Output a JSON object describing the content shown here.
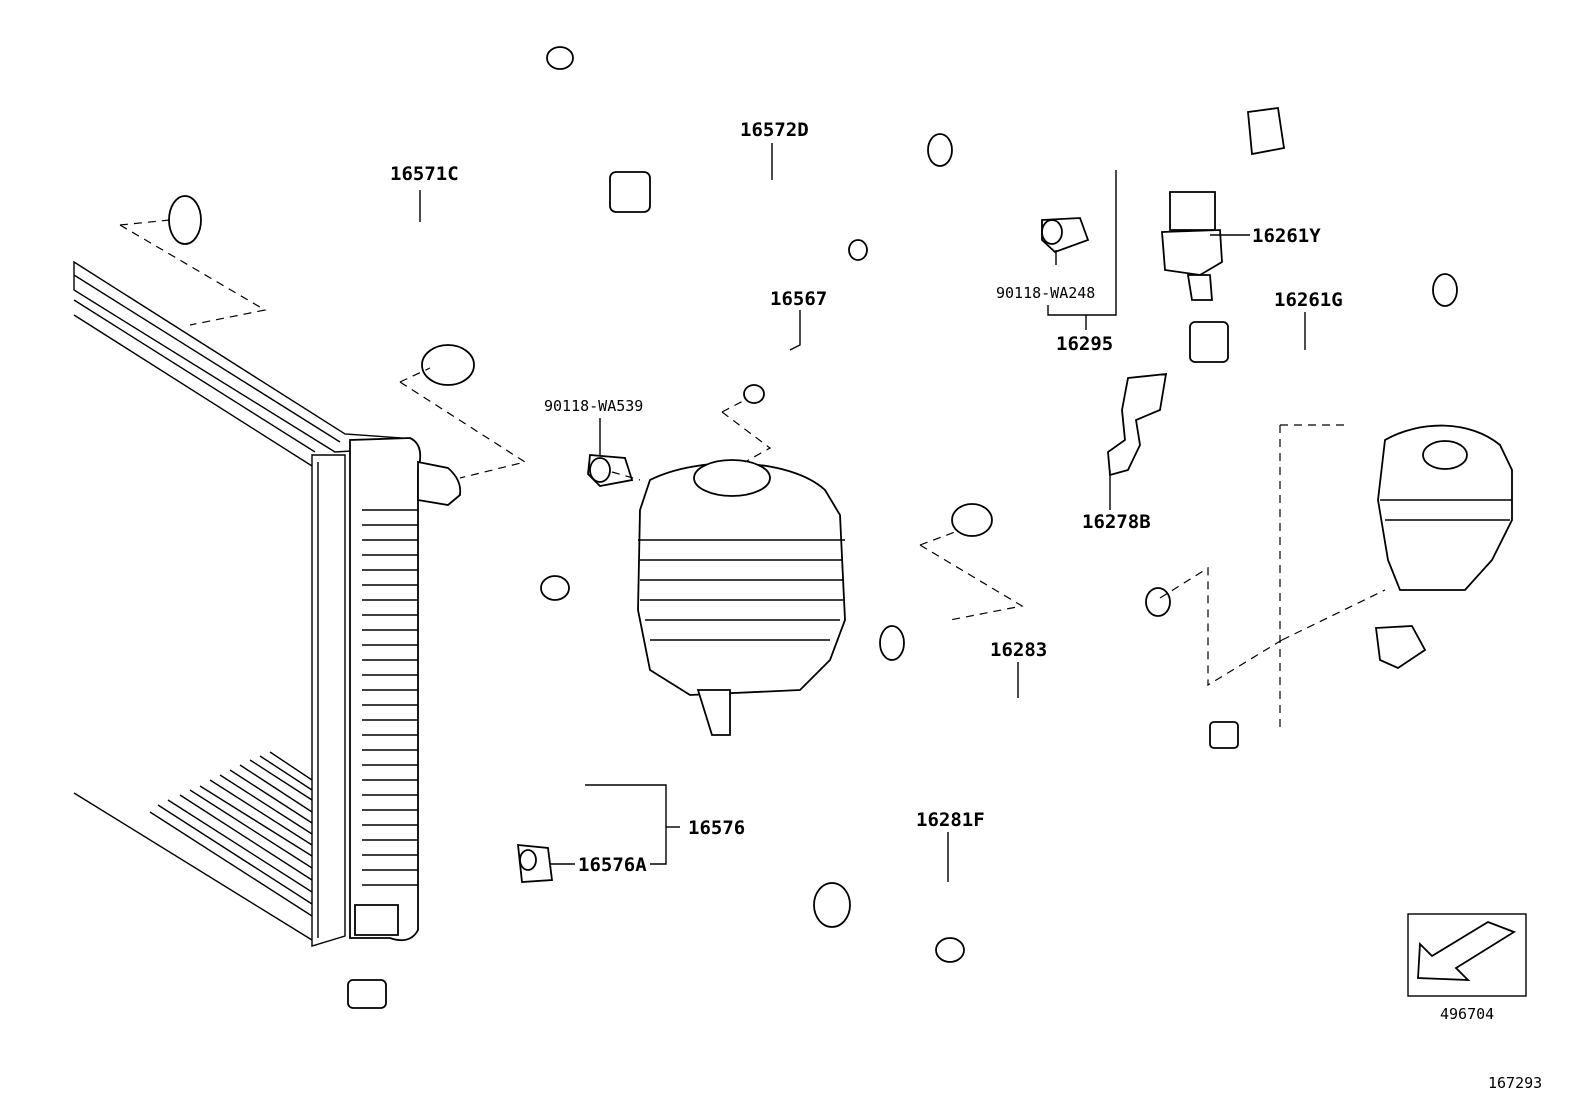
{
  "labels": {
    "p16571C": "16571C",
    "p16572D": "16572D",
    "p16567": "16567",
    "p90118WA539": "90118-WA539",
    "p90118WA248": "90118-WA248",
    "p16295": "16295",
    "p16261Y": "16261Y",
    "p16261G": "16261G",
    "p16278B": "16278B",
    "p16283": "16283",
    "p16576": "16576",
    "p16576A": "16576A",
    "p16281F": "16281F"
  },
  "direction_box": {
    "code": "496704",
    "icon": "front-direction-arrow-icon"
  },
  "illustration_number": "167293",
  "colors": {
    "line": "#000000",
    "background": "#ffffff"
  }
}
